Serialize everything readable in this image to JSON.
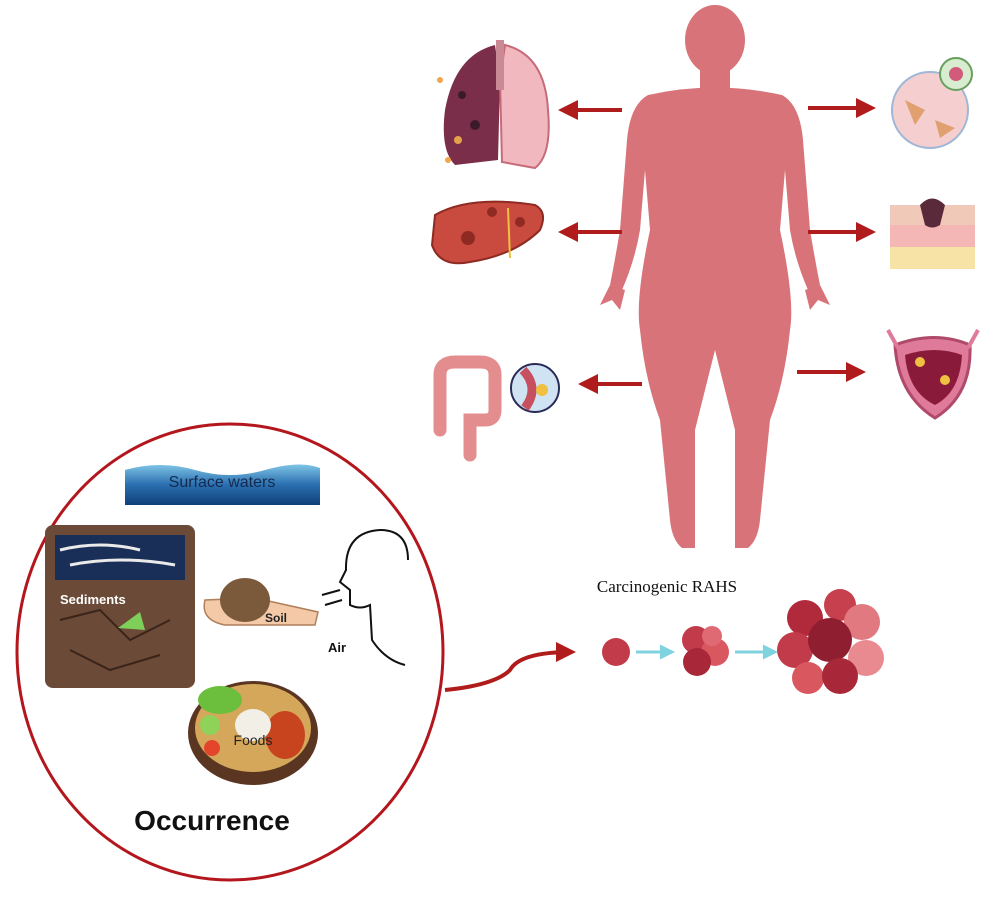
{
  "labels": {
    "surface_waters": "Surface waters",
    "sediments": "Sediments",
    "soil": "Soil",
    "air": "Air",
    "foods": "Foods",
    "occurrence": "Occurrence",
    "carcinogenic": "Carcinogenic RAHS"
  },
  "colors": {
    "body": "#d9737a",
    "arrow": "#b01c1c",
    "circle": "#b3161c",
    "cyan_arrow": "#7fd3de",
    "water": "#1f5e9a"
  },
  "icons": [
    "lungs-icon",
    "liver-icon",
    "colon-icon",
    "breast-cell-icon",
    "skin-icon",
    "bladder-icon",
    "hand-soil-icon",
    "face-air-icon",
    "food-plate-icon",
    "sediment-icon",
    "water-icon",
    "tumor-cells-icon"
  ]
}
